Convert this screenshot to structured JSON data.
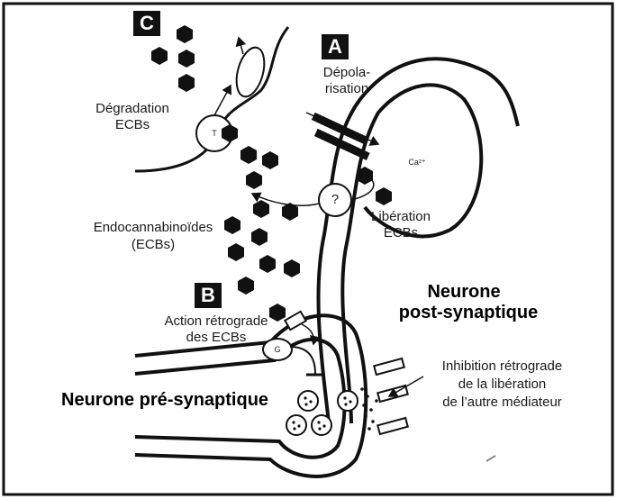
{
  "tags": {
    "a": "A",
    "b": "B",
    "c": "C"
  },
  "labels": {
    "depolarisation_1": "Dépola-",
    "depolarisation_2": "risation",
    "degradation_1": "Dégradation",
    "degradation_2": "ECBs",
    "transporter": "T",
    "question": "?",
    "calcium": "Ca²⁺",
    "liberation_1": "Libération",
    "liberation_2": "ECBs",
    "endocannabinoides_1": "Endocannabinoïdes",
    "endocannabinoides_2": "(ECBs)",
    "post_1": "Neurone",
    "post_2": "post-synaptique",
    "action_1": "Action rétrograde",
    "action_2": "des ECBs",
    "g_protein": "G",
    "pre": "Neurone pré-synaptique",
    "inhibition_1": "Inhibition rétrograde",
    "inhibition_2": "de la libération",
    "inhibition_3": "de l’autre médiateur"
  }
}
